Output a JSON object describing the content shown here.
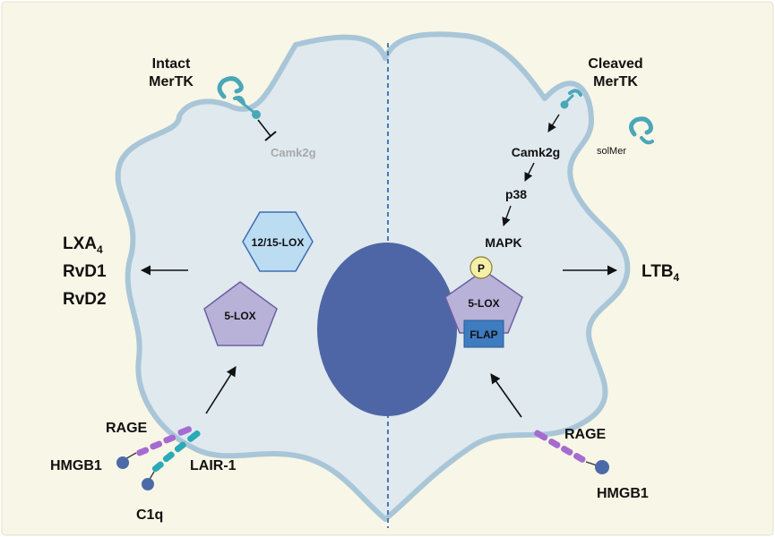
{
  "left": {
    "title_line1": "Intact",
    "title_line2": "MerTK",
    "camk": "Camk2g",
    "lox1215": "12/15-LOX",
    "lox5": "5-LOX",
    "rage": "RAGE",
    "hmgb1": "HMGB1",
    "lair": "LAIR-1",
    "c1q": "C1q"
  },
  "right": {
    "title_line1": "Cleaved",
    "title_line2": "MerTK",
    "solmer": "solMer",
    "camk": "Camk2g",
    "p38": "p38",
    "mapk": "MAPK",
    "phospho": "P",
    "lox5": "5-LOX",
    "flap": "FLAP",
    "rage": "RAGE",
    "hmgb1": "HMGB1"
  },
  "outputs": {
    "left_lx_main": "LXA",
    "left_lx_sub": "4",
    "left_rvd1": "RvD1",
    "left_rvd2": "RvD2",
    "right_ltb_main": "LTB",
    "right_ltb_sub": "4"
  },
  "colors": {
    "background": "#f8f6e6",
    "cell_fill": "#dfe9ee",
    "cell_outline": "#a9c6d8",
    "nucleus": "#4e66a6",
    "hexagon_fill": "#bcdcf2",
    "hexagon_stroke": "#3e6eb3",
    "pentagon_fill": "#b8b2d8",
    "pentagon_stroke": "#6c5fa3",
    "flap": "#3e7cc2",
    "phospho": "#f5f0a8",
    "mertk": "#4aa7b8",
    "rage": "#a66bd1",
    "lair": "#2aaab8",
    "ligand": "#4c6aa8",
    "camk_inactive": "#a9a9a9",
    "divider": "#4a78b5"
  }
}
